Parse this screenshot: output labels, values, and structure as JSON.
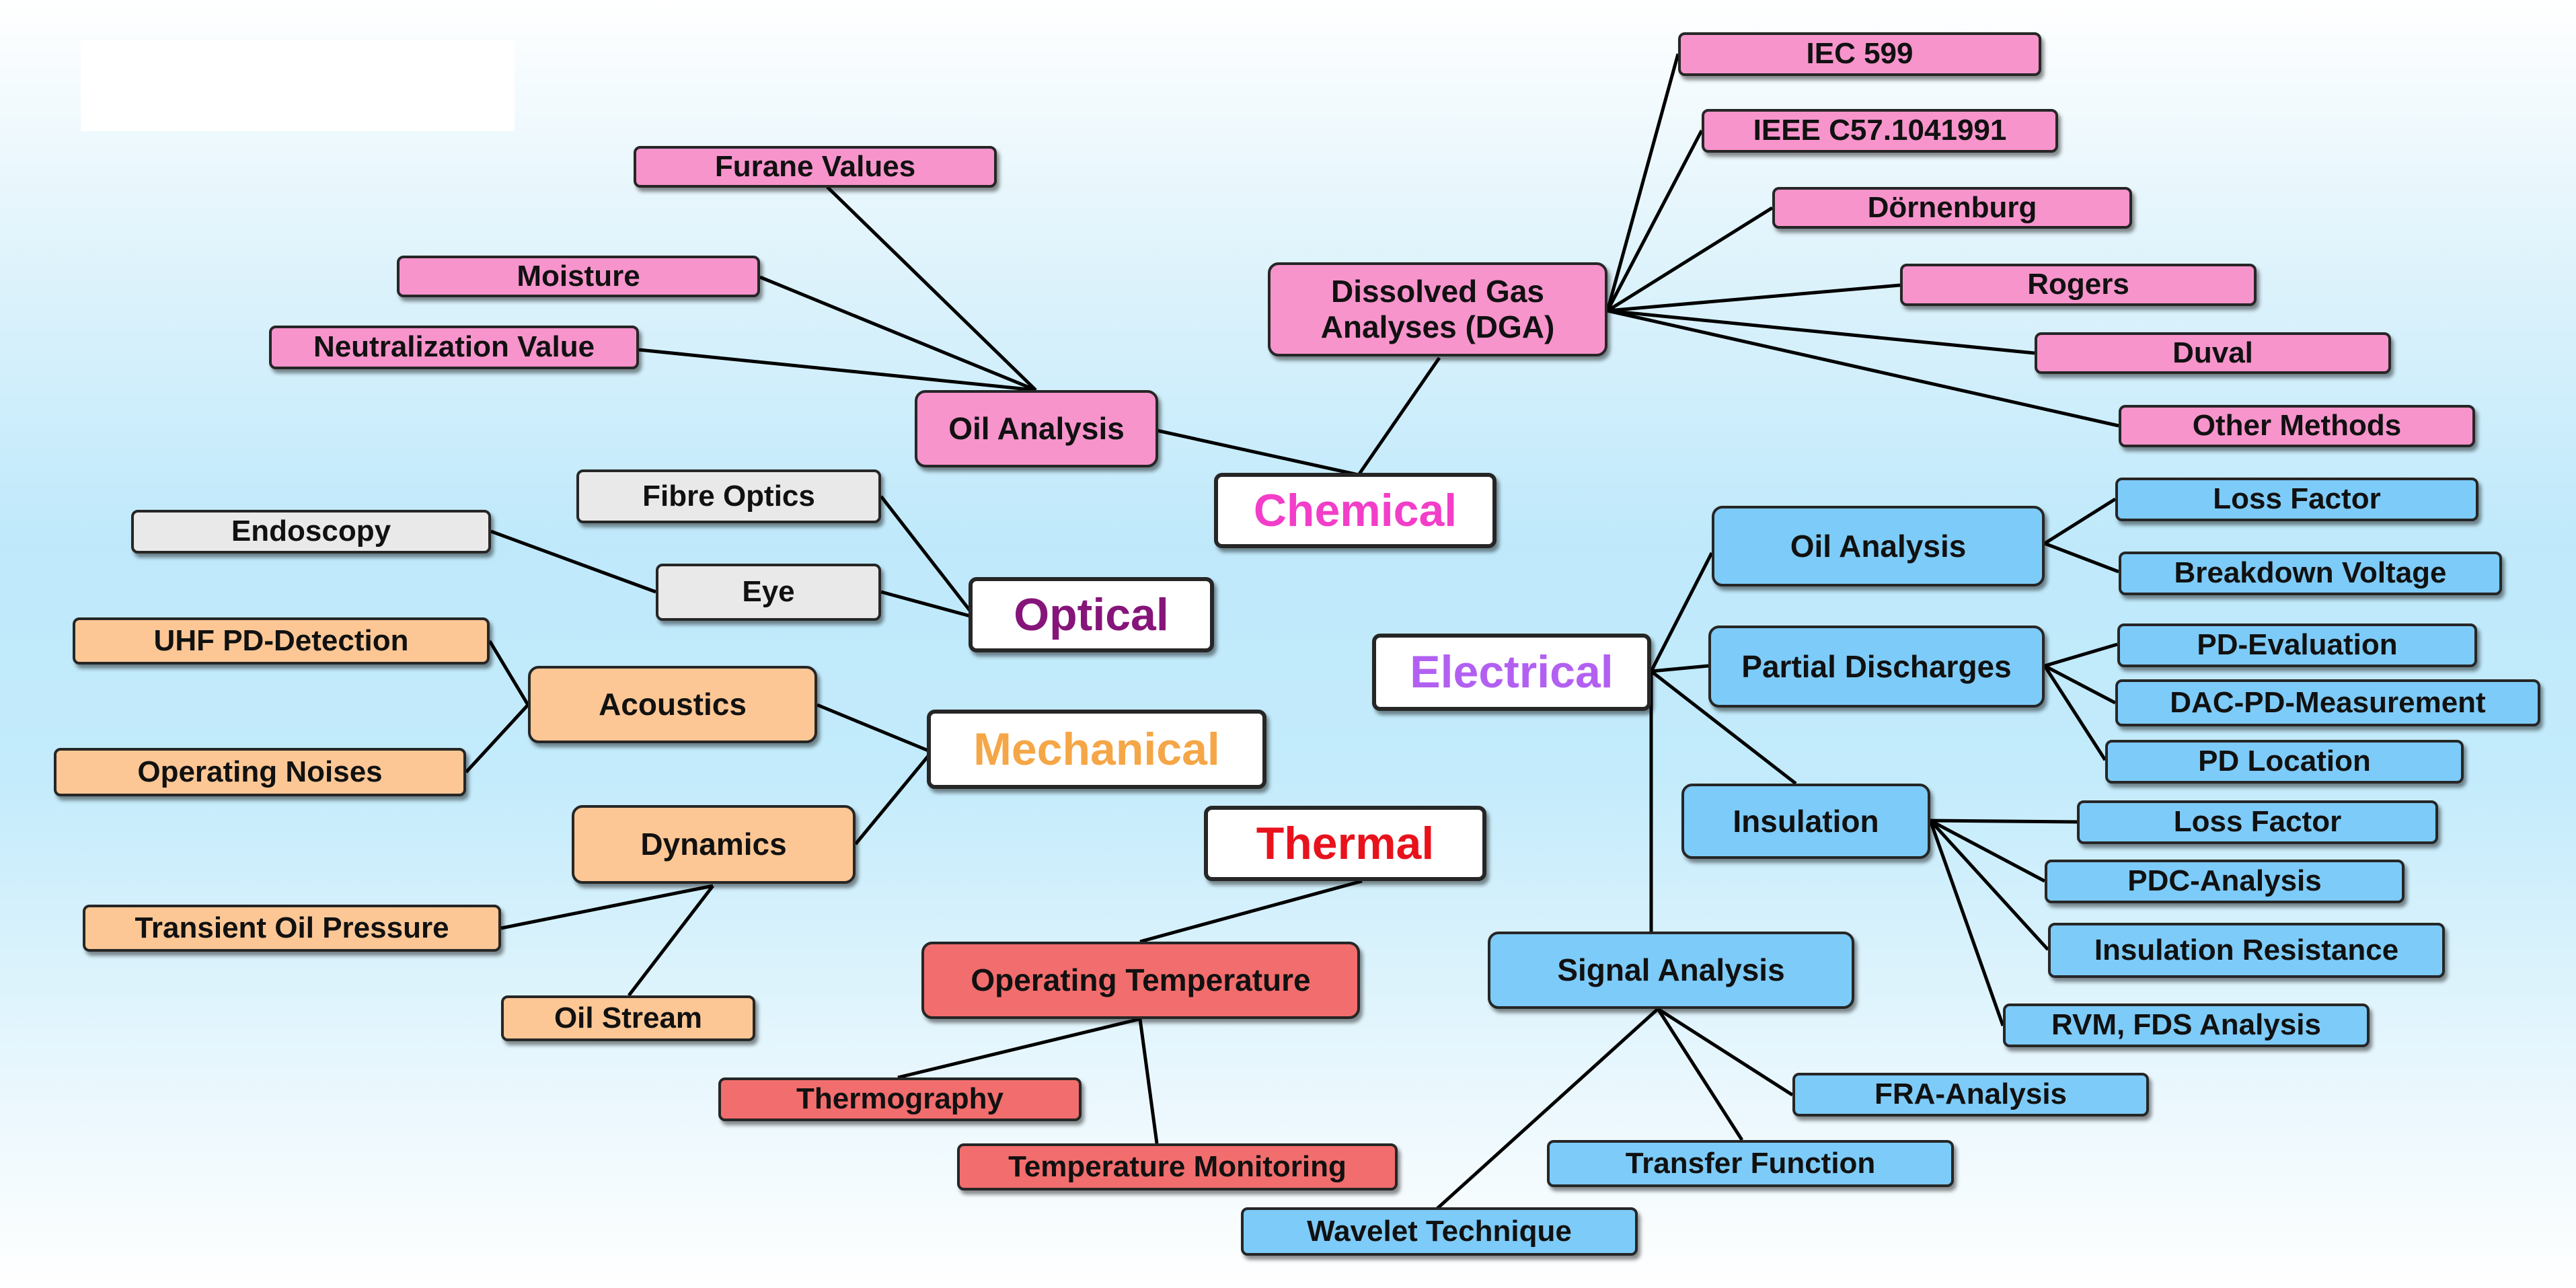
{
  "domains": {
    "chemical": "Chemical",
    "optical": "Optical",
    "mechanical": "Mechanical",
    "thermal": "Thermal",
    "electrical": "Electrical"
  },
  "colors": {
    "chemical_text": "#f23ec8",
    "optical_text": "#86157a",
    "mechanical_text": "#f5a646",
    "thermal_text": "#e8121c",
    "electrical_text": "#b260f2",
    "pink_node": "#f794cc",
    "gray_node": "#e9e9e9",
    "orange_node": "#fcc795",
    "red_node": "#f26d6d",
    "blue_node": "#7dcbf8"
  },
  "chemical": {
    "oil_analysis": "Oil Analysis",
    "dga": "Dissolved Gas\nAnalyses (DGA)",
    "furane": "Furane Values",
    "moisture": "Moisture",
    "neutralization": "Neutralization Value",
    "iec": "IEC 599",
    "ieee": "IEEE C57.1041991",
    "dornenburg": "Dörnenburg",
    "rogers": "Rogers",
    "duval": "Duval",
    "other_methods": "Other Methods"
  },
  "optical": {
    "fibre_optics": "Fibre Optics",
    "endoscopy": "Endoscopy",
    "eye": "Eye"
  },
  "mechanical": {
    "acoustics": "Acoustics",
    "dynamics": "Dynamics",
    "uhf": "UHF PD-Detection",
    "operating_noises": "Operating Noises",
    "transient_oil_pressure": "Transient Oil Pressure",
    "oil_stream": "Oil Stream"
  },
  "thermal": {
    "operating_temperature": "Operating Temperature",
    "thermography": "Thermography",
    "temperature_monitoring": "Temperature Monitoring"
  },
  "electrical": {
    "oil_analysis": "Oil Analysis",
    "loss_factor_oil": "Loss Factor",
    "breakdown_voltage": "Breakdown Voltage",
    "partial_discharges": "Partial Discharges",
    "pd_evaluation": "PD-Evaluation",
    "dac_pd": "DAC-PD-Measurement",
    "pd_location": "PD Location",
    "insulation": "Insulation",
    "loss_factor_ins": "Loss Factor",
    "pdc": "PDC-Analysis",
    "insulation_resistance": "Insulation Resistance",
    "rvm_fds": "RVM, FDS Analysis",
    "signal_analysis": "Signal Analysis",
    "fra": "FRA-Analysis",
    "transfer_function": "Transfer Function",
    "wavelet": "Wavelet Technique"
  }
}
